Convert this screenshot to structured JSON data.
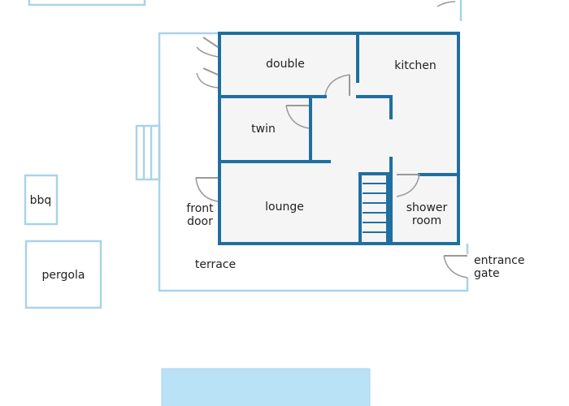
{
  "labels": {
    "double": "double",
    "kitchen": "kitchen",
    "twin": "twin",
    "lounge": "lounge",
    "front_door_line1": "front",
    "front_door_line2": "door",
    "shower_line1": "shower",
    "shower_line2": "room",
    "bbq": "bbq",
    "pergola": "pergola",
    "terrace": "terrace",
    "gate_line1": "entrance",
    "gate_line2": "gate"
  },
  "colors": {
    "wall": "#1f6fa0",
    "outline": "#a9d3ea",
    "pool": "#b9e2f7",
    "room_fill": "#f5f5f5",
    "door": "#999999"
  }
}
